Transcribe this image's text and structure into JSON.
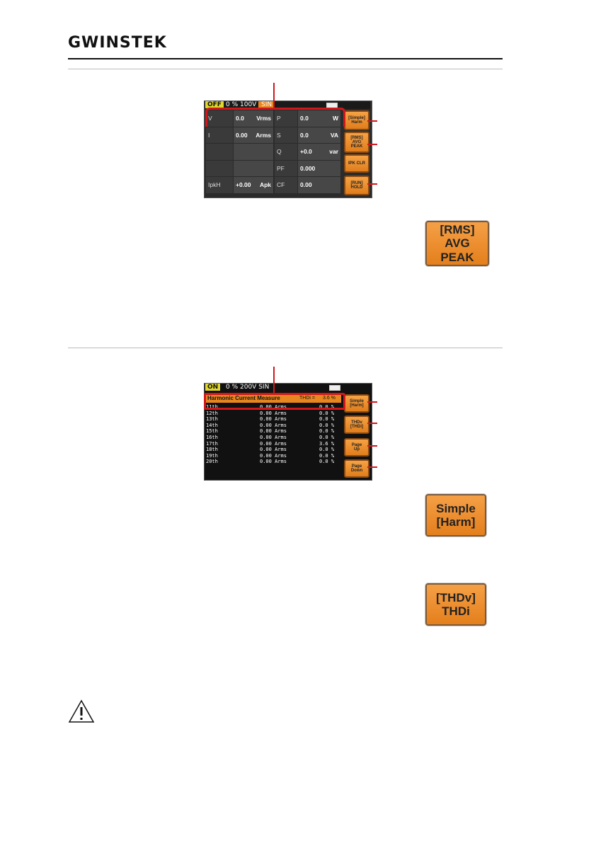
{
  "header": {
    "logo": "GWINSTEK"
  },
  "screen1": {
    "status_badge": "OFF",
    "status_text": "0 % 100V",
    "waveform": "SIN",
    "rows": [
      {
        "l1": "V",
        "v1": "0.0",
        "u1": "Vrms",
        "l2": "P",
        "v2": "0.0",
        "u2": "W"
      },
      {
        "l1": "I",
        "v1": "0.00",
        "u1": "Arms",
        "l2": "S",
        "v2": "0.0",
        "u2": "VA"
      },
      {
        "l1": "",
        "v1": "",
        "u1": "",
        "l2": "Q",
        "v2": "+0.0",
        "u2": "var"
      },
      {
        "l1": "",
        "v1": "",
        "u1": "",
        "l2": "PF",
        "v2": "0.000",
        "u2": ""
      },
      {
        "l1": "IpkH",
        "v1": "+0.00",
        "u1": "Apk",
        "l2": "CF",
        "v2": "0.00",
        "u2": ""
      }
    ],
    "softkeys": [
      "[Simple]\nHarm",
      "[RMS]\nAVG\nPEAK",
      "IPK CLR",
      "[RUN]\nHOLD"
    ]
  },
  "bigkey_rms": {
    "line1": "[RMS]",
    "line2": "AVG",
    "line3": "PEAK"
  },
  "screen2": {
    "status_badge": "ON",
    "status_text": "0 % 200V  SIN",
    "title": "Harmonic Current Measure",
    "thd_label": "THDi =",
    "thd_value": "3.6 %",
    "rows": [
      {
        "order": "11th",
        "value": "0.00 Arms",
        "pct": "0.0 %"
      },
      {
        "order": "12th",
        "value": "0.00 Arms",
        "pct": "0.0 %"
      },
      {
        "order": "13th",
        "value": "0.00 Arms",
        "pct": "0.0 %"
      },
      {
        "order": "14th",
        "value": "0.00 Arms",
        "pct": "0.0 %"
      },
      {
        "order": "15th",
        "value": "0.00 Arms",
        "pct": "0.0 %"
      },
      {
        "order": "16th",
        "value": "0.00 Arms",
        "pct": "0.0 %"
      },
      {
        "order": "17th",
        "value": "0.00 Arms",
        "pct": "3.6 %"
      },
      {
        "order": "18th",
        "value": "0.00 Arms",
        "pct": "0.0 %"
      },
      {
        "order": "19th",
        "value": "0.00 Arms",
        "pct": "0.0 %"
      },
      {
        "order": "20th",
        "value": "0.00 Arms",
        "pct": "0.0 %"
      }
    ],
    "softkeys": [
      "Simple\n[Harm]",
      "THDv\n[THDi]",
      "Page\nUp",
      "Page\nDown"
    ]
  },
  "bigkey_simple": {
    "line1": "Simple",
    "line2": "[Harm]"
  },
  "bigkey_thd": {
    "line1": "[THDv]",
    "line2": "THDi"
  },
  "colors": {
    "accent": "#e8861f",
    "annotation": "#d0181c",
    "screen_bg": "#2b2b2b"
  },
  "icons": {
    "warning": "warning-icon"
  }
}
